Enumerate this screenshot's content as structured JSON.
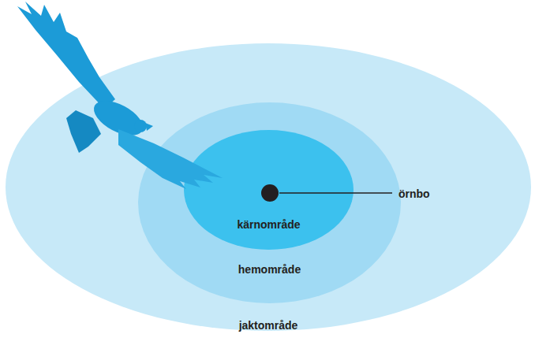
{
  "diagram": {
    "nodes": [
      {
        "text": [
          "jaktområde"
        ]
      },
      {
        "text": [
          "hemområde"
        ],
        "in": 0
      },
      {
        "text": [
          "kärnområde"
        ],
        "in": 1
      }
    ],
    "labels": [
      "örnbo"
    ]
  }
}
